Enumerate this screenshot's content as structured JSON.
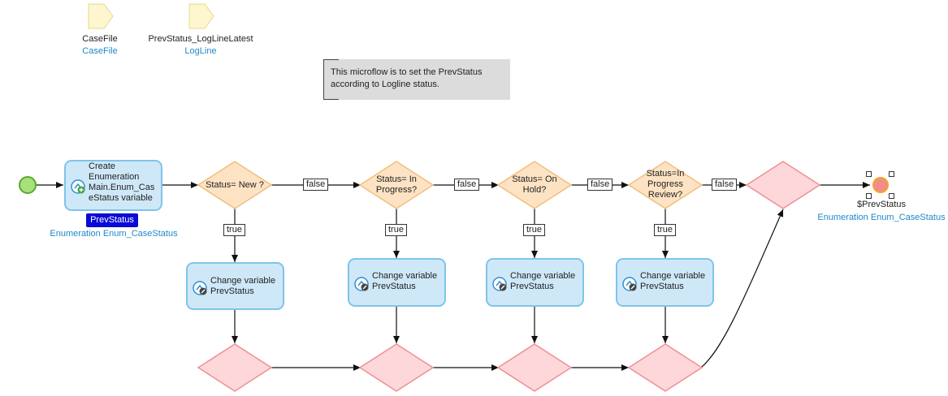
{
  "parameters": [
    {
      "name": "CaseFile",
      "type": "CaseFile"
    },
    {
      "name": "PrevStatus_LogLineLatest",
      "type": "LogLine"
    }
  ],
  "annotation": {
    "line1": "This microflow is to set the PrevStatus",
    "line2": "according to Logline status."
  },
  "create_activity": {
    "lines": [
      "Create",
      "Enumeration",
      "Main.Enum_Cas",
      "eStatus variable"
    ],
    "output_variable": "PrevStatus",
    "output_type": "Enumeration Enum_CaseStatus"
  },
  "decisions": [
    {
      "lines": [
        "Status= New ?"
      ]
    },
    {
      "lines": [
        "Status= In",
        "Progress?"
      ]
    },
    {
      "lines": [
        "Status= On",
        "Hold?"
      ]
    },
    {
      "lines": [
        "Status=In",
        "Progress",
        "Review?"
      ]
    }
  ],
  "change_activities": [
    {
      "lines": [
        "Change variable",
        "PrevStatus"
      ]
    },
    {
      "lines": [
        "Change variable",
        "PrevStatus"
      ]
    },
    {
      "lines": [
        "Change variable",
        "PrevStatus"
      ]
    },
    {
      "lines": [
        "Change variable",
        "PrevStatus"
      ]
    }
  ],
  "flow_labels": {
    "false": "false",
    "true": "true"
  },
  "end_event": {
    "return_value": "$PrevStatus",
    "return_type": "Enumeration Enum_CaseStatus"
  },
  "colors": {
    "activity_fill": "#cfe8f8",
    "activity_border": "#7fc4ea",
    "decision_fill": "#fde3c3",
    "decision_border": "#f2be7c",
    "merge_fill": "#fdd7d9",
    "merge_border": "#ef8f96",
    "start_fill": "#a8e07a",
    "start_border": "#5aa832",
    "end_fill": "#f28c8c",
    "end_border": "#f5a623",
    "output_var_bg": "#0a0ad8",
    "type_text": "#1e88c7"
  }
}
